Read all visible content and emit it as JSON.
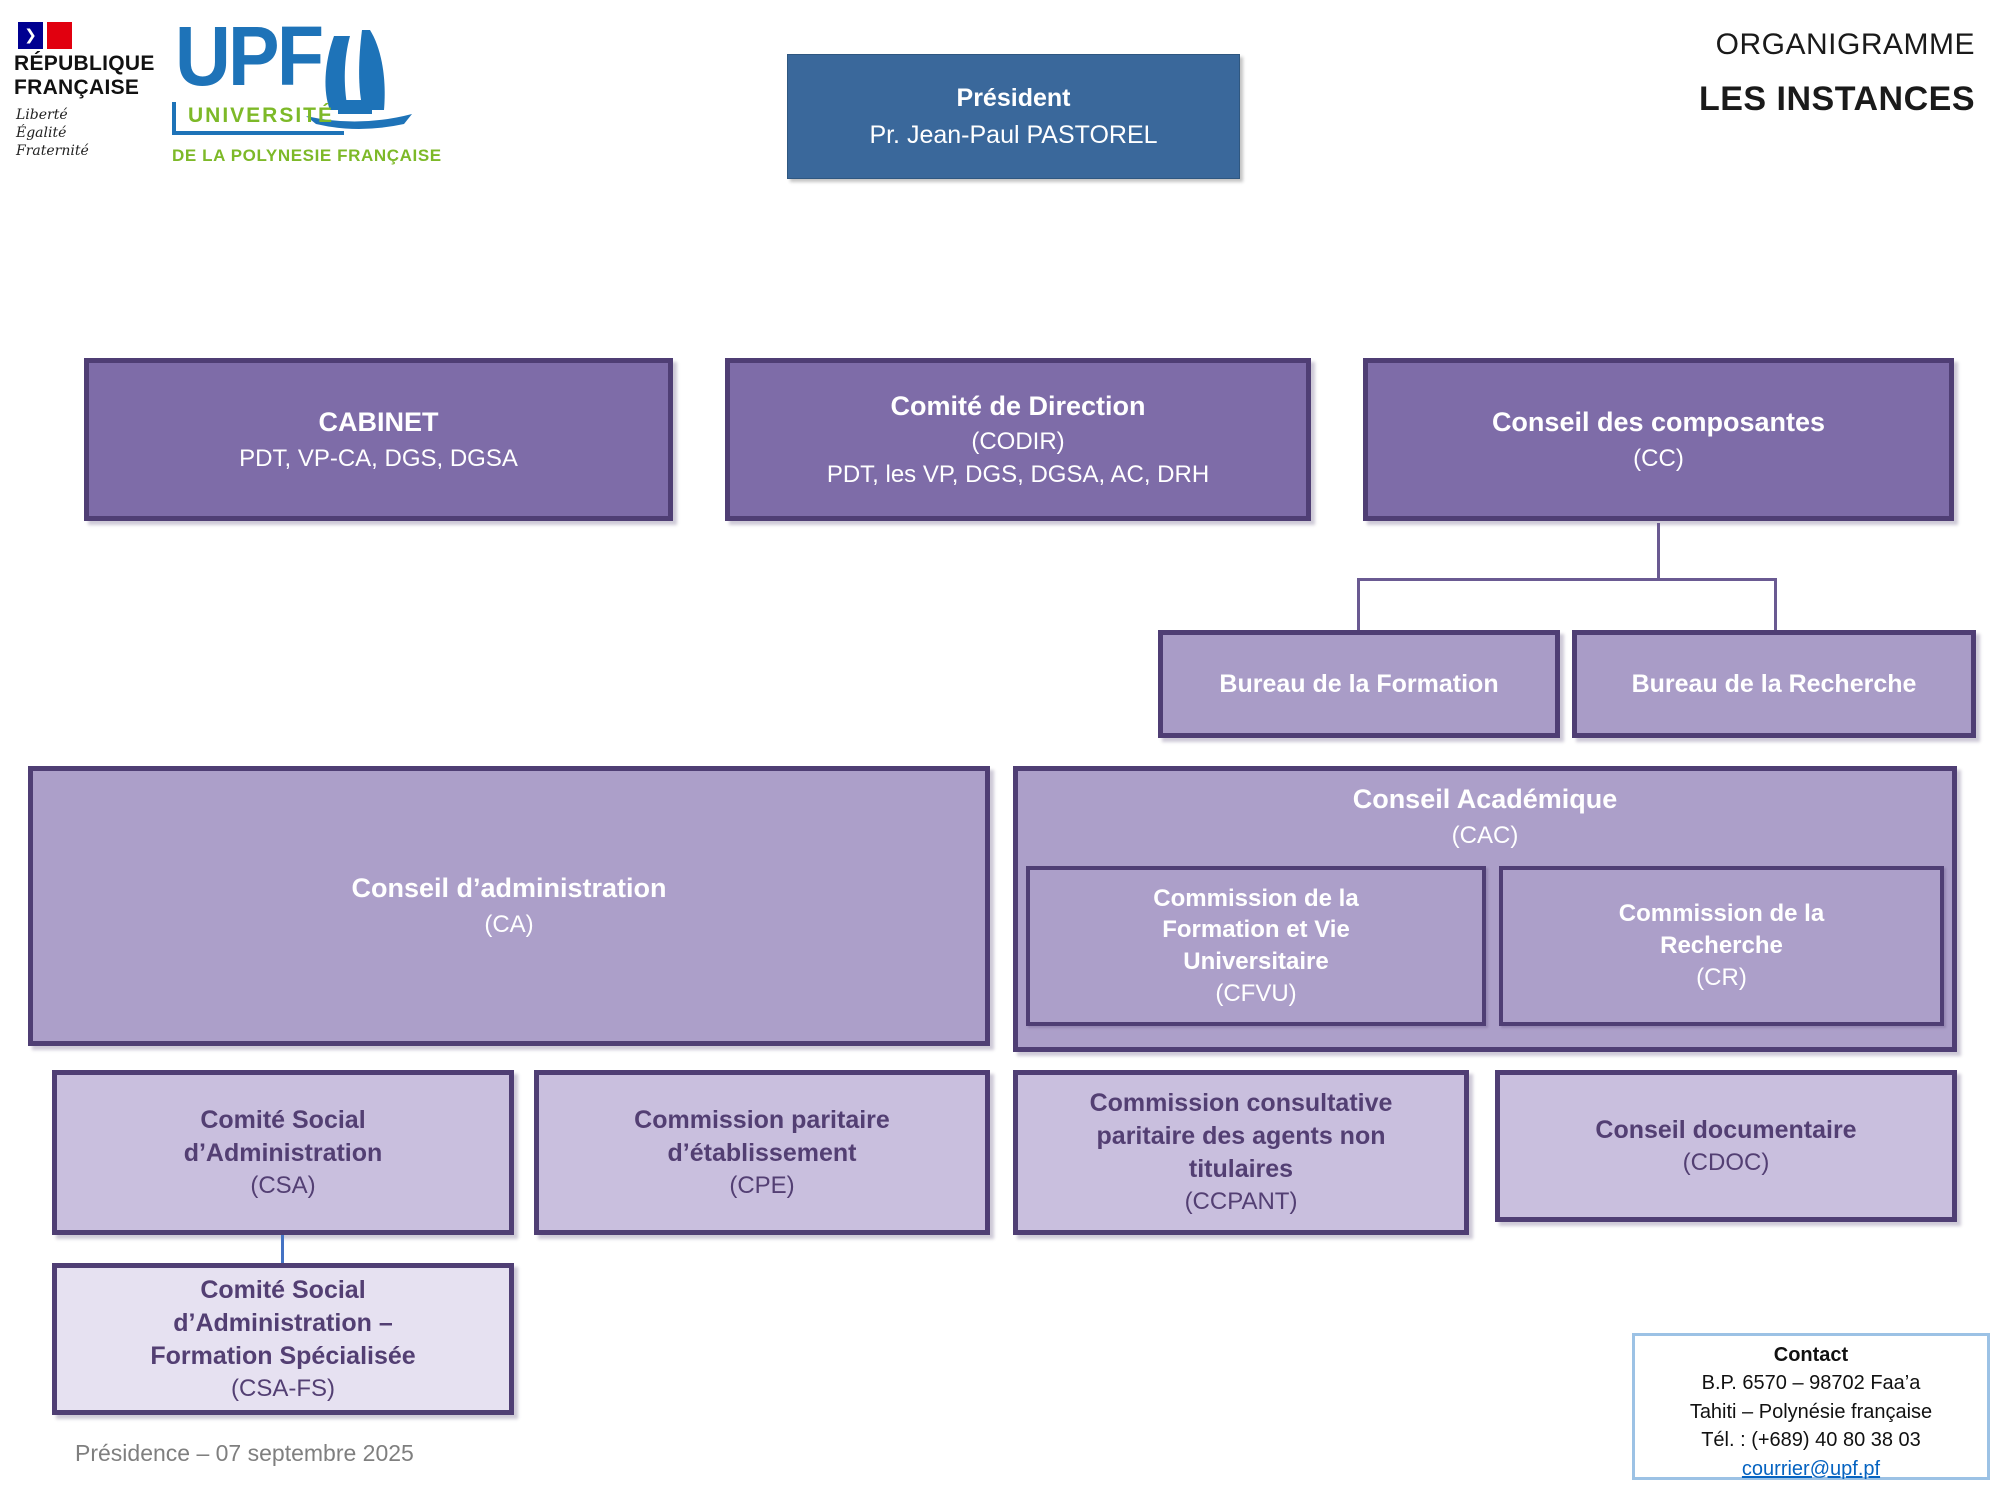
{
  "header": {
    "republique": {
      "name_line1": "RÉPUBLIQUE",
      "name_line2": "FRANÇAISE",
      "motto_line1": "Liberté",
      "motto_line2": "Égalité",
      "motto_line3": "Fraternité"
    },
    "upf_logo": {
      "acronym": "UPF",
      "line1": "UNIVERSITÉ",
      "line2": "DE LA POLYNESIE FRANÇAISE"
    },
    "president_box": {
      "title": "Président",
      "name": "Pr. Jean-Paul PASTOREL"
    },
    "doc_title_line1": "ORGANIGRAMME",
    "doc_title_line2": "LES INSTANCES"
  },
  "boxes": {
    "cabinet": {
      "title": "CABINET",
      "members": "PDT, VP-CA, DGS, DGSA"
    },
    "codir": {
      "title": "Comité de Direction",
      "acronym": "(CODIR)",
      "members": "PDT, les VP, DGS, DGSA, AC, DRH"
    },
    "cc": {
      "title": "Conseil des composantes",
      "acronym": "(CC)"
    },
    "bureau_formation": {
      "title": "Bureau de la Formation"
    },
    "bureau_recherche": {
      "title": "Bureau de la Recherche"
    },
    "ca": {
      "title": "Conseil d’administration",
      "acronym": "(CA)"
    },
    "cac": {
      "title": "Conseil Académique",
      "acronym": "(CAC)"
    },
    "cfvu": {
      "line1": "Commission de la",
      "line2": "Formation et Vie",
      "line3": "Universitaire",
      "acronym": "(CFVU)"
    },
    "cr": {
      "line1": "Commission de la",
      "line2": "Recherche",
      "acronym": "(CR)"
    },
    "csa": {
      "line1": "Comité Social",
      "line2": "d’Administration",
      "acronym": "(CSA)"
    },
    "cpe": {
      "line1": "Commission paritaire",
      "line2": "d’établissement",
      "acronym": "(CPE)"
    },
    "ccpant": {
      "line1": "Commission consultative",
      "line2": "paritaire des agents non",
      "line3": "titulaires",
      "acronym": "(CCPANT)"
    },
    "cdoc": {
      "title": "Conseil documentaire",
      "acronym": "(CDOC)"
    },
    "csa_fs": {
      "line1": "Comité Social",
      "line2": "d’Administration –",
      "line3": "Formation Spécialisée",
      "acronym": "(CSA-FS)"
    }
  },
  "footer": {
    "date_note": "Présidence – 07 septembre 2025",
    "contact": {
      "title": "Contact",
      "line1": "B.P. 6570 – 98702 Faa’a",
      "line2": "Tahiti – Polynésie française",
      "line3": "Tél. : (+689) 40 80 38 03",
      "email": "courrier@upf.pf"
    }
  },
  "colors": {
    "president_blue": "#3A689B",
    "level1_purple": "#7E6CA8",
    "level2_purple": "#A99CC7",
    "level3_purple": "#AC9FC9",
    "level4_purple": "#C9BFDE",
    "level5_purple": "#E6E1F1",
    "border_purple": "#4F3E74",
    "connector_purple": "#6A5A92",
    "connector_blue": "#4472C4",
    "link_blue": "#0563C1",
    "logo_blue": "#1E73B8",
    "logo_green": "#7DB928",
    "flag_blue": "#000091",
    "flag_red": "#E1000F"
  }
}
